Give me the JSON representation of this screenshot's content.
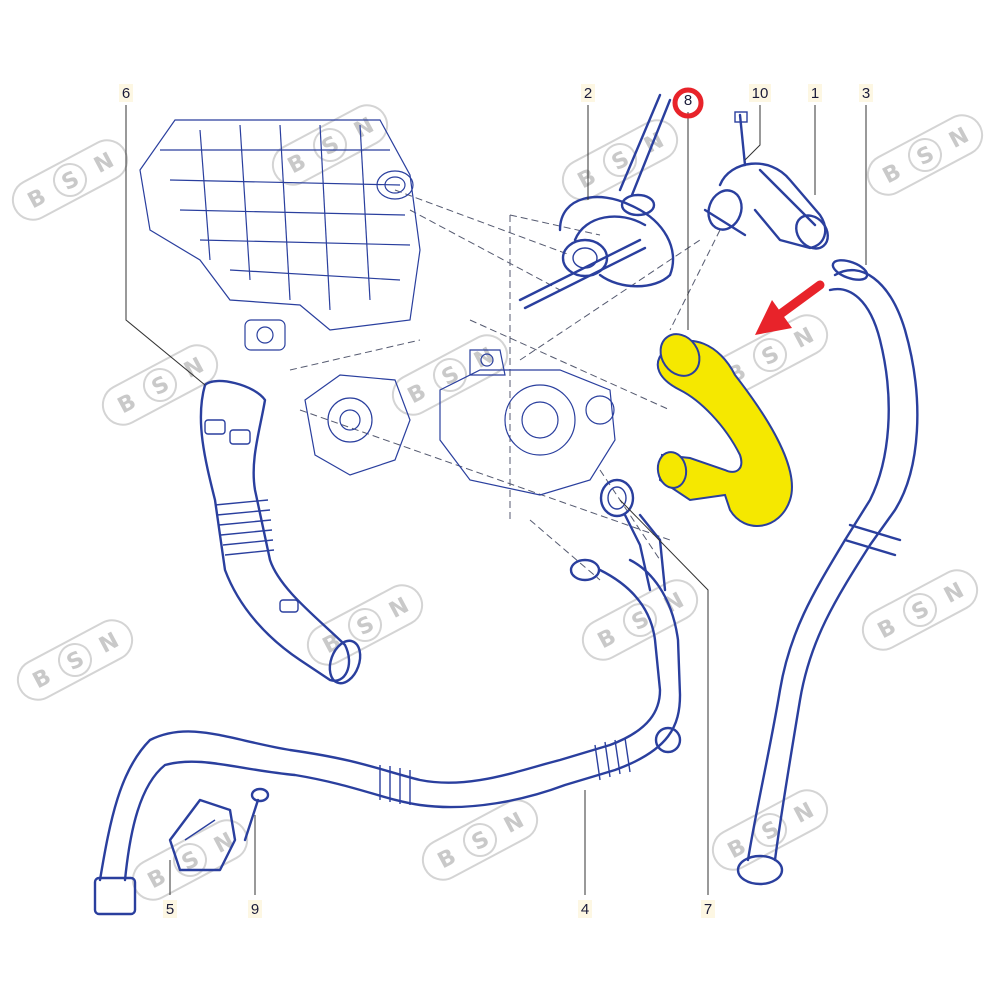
{
  "watermark": {
    "text_b": "B",
    "text_s": "S",
    "text_n": "N"
  },
  "callouts": [
    {
      "id": "1",
      "label": "1"
    },
    {
      "id": "2",
      "label": "2"
    },
    {
      "id": "3",
      "label": "3"
    },
    {
      "id": "4",
      "label": "4"
    },
    {
      "id": "5",
      "label": "5"
    },
    {
      "id": "6",
      "label": "6"
    },
    {
      "id": "7",
      "label": "7"
    },
    {
      "id": "8",
      "label": "8"
    },
    {
      "id": "9",
      "label": "9"
    },
    {
      "id": "10",
      "label": "10"
    }
  ],
  "colors": {
    "highlight_part": "#f5e800",
    "highlight_callout": "#e8232a",
    "arrow": "#e8232a",
    "line_art": "#2a3f9e"
  },
  "icons": {
    "pointer": "red-arrow-icon"
  }
}
